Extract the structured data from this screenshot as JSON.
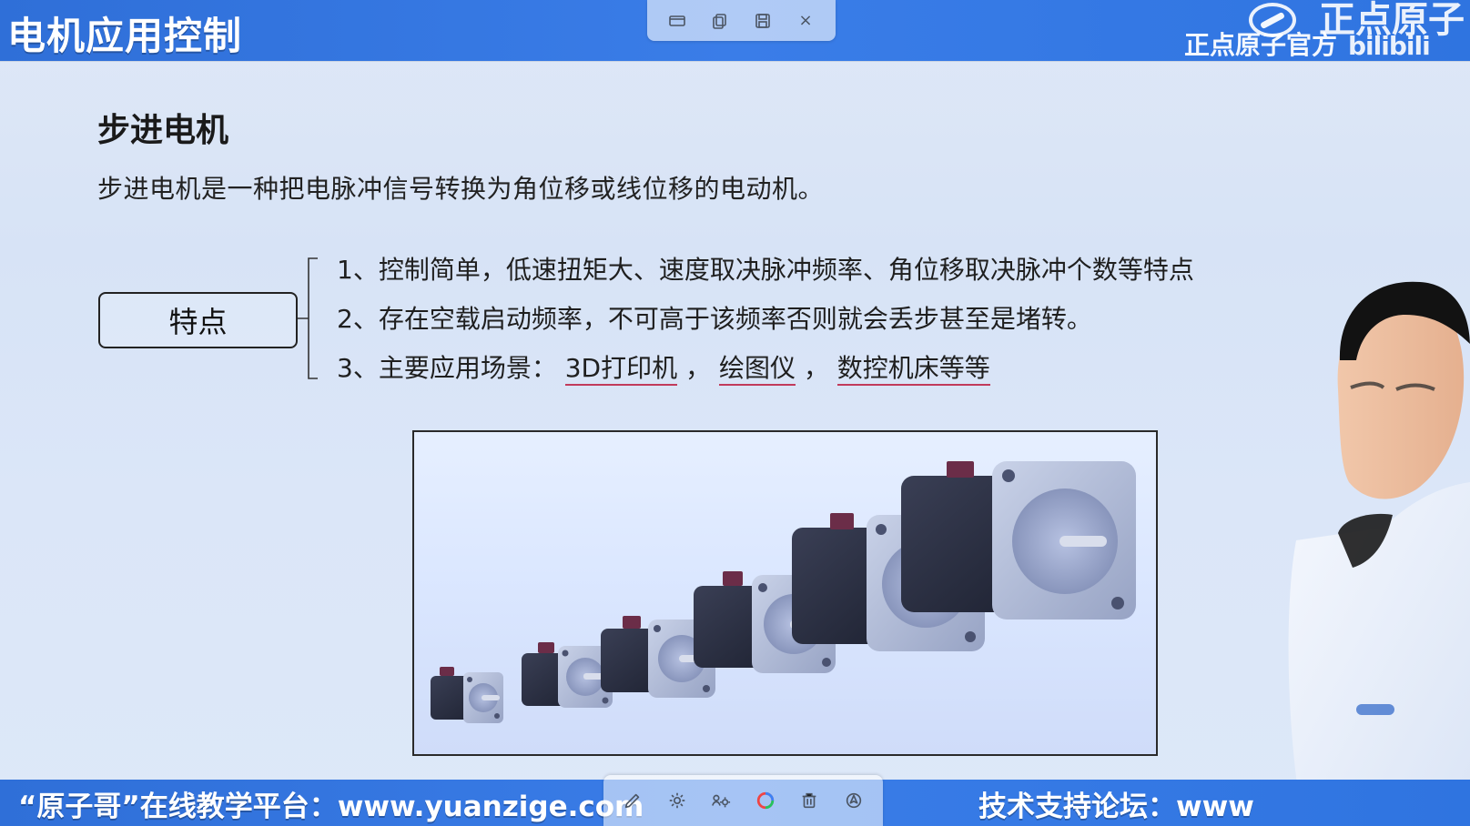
{
  "header": {
    "title": "电机应用控制",
    "brand_name": "正点原子",
    "brand_official": "正点原子官方",
    "bilibili_text": "bilibili",
    "window_controls": {
      "minimize_icon": "window-icon",
      "copy_icon": "copy-icon",
      "save_icon": "save-icon",
      "close_label": "×"
    }
  },
  "slide": {
    "heading": "步进电机",
    "description": "步进电机是一种把电脉冲信号转换为角位移或线位移的电动机。",
    "feature_box_label": "特点",
    "features": [
      {
        "text": "1、控制简单，低速扭矩大、速度取决脉冲频率、角位移取决脉冲个数等特点"
      },
      {
        "text": "2、存在空载启动频率，不可高于该频率否则就会丢步甚至是堵转。"
      },
      {
        "prefix": "3、主要应用场景：",
        "item1": "3D打印机",
        "sep1": "，",
        "item2": "绘图仪",
        "sep2": "，",
        "item3": "数控机床等等"
      }
    ],
    "image_alt": "stepper motors of various sizes"
  },
  "footer": {
    "left_text": "“原子哥”在线教学平台：www.yuanzige.com",
    "right_text": "技术支持论坛：www"
  },
  "toolbar": {
    "icons": [
      "pen-icon",
      "settings-gear-icon",
      "group-settings-icon",
      "color-circle-icon",
      "trash-icon",
      "gear-icon"
    ]
  },
  "colors": {
    "bar_blue": "#2f6fd8",
    "accent_underline": "#c13a5b"
  }
}
